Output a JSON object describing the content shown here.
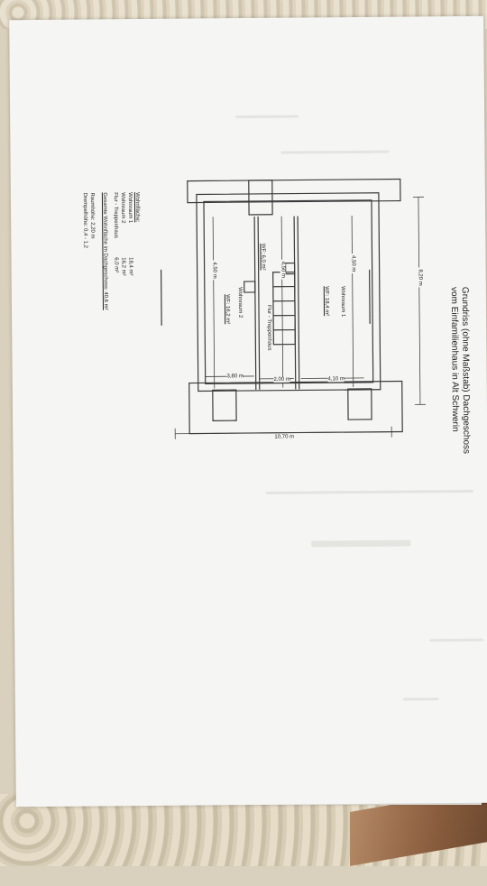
{
  "title": {
    "line1": "Grundriss (ohne Maßstab) Dachgeschoss",
    "line2": "vom Einfamilienhaus in Alt Schwerin"
  },
  "dimensions": {
    "total_depth": "8,20 m",
    "total_width": "10,70 m",
    "room1_height": "4,50 m",
    "room1_width": "4,10 m",
    "corridor_width": "2,00 m",
    "corridor_height": "4,50 m",
    "room2_height": "4,50 m",
    "room2_width": "3,80 m"
  },
  "rooms": {
    "room1_name": "Wohnraum 1",
    "room1_area": "WF: 18,4 m²",
    "room2_name": "Wohnraum 2",
    "room2_area": "WF: 16,2 m²",
    "corridor_name": "Flur - Treppenhaus",
    "corridor_area": "WF: 6,0 m²"
  },
  "legend": {
    "heading": "Wohnfläche:",
    "rows": [
      {
        "label": "Wohnraum 1",
        "value": "18,4 m²"
      },
      {
        "label": "Wohnraum 2",
        "value": "16,2 m²"
      },
      {
        "label": "Flur - Treppenhaus",
        "value": "6,0 m²"
      }
    ],
    "total": "Gesamte Wohnfläche im Dachgeschoss: 40,6 m²",
    "room_height": "Raumhöhe:    2,20 m",
    "knee_wall": "Drempelhöhe: 0,4 - 1,2"
  }
}
